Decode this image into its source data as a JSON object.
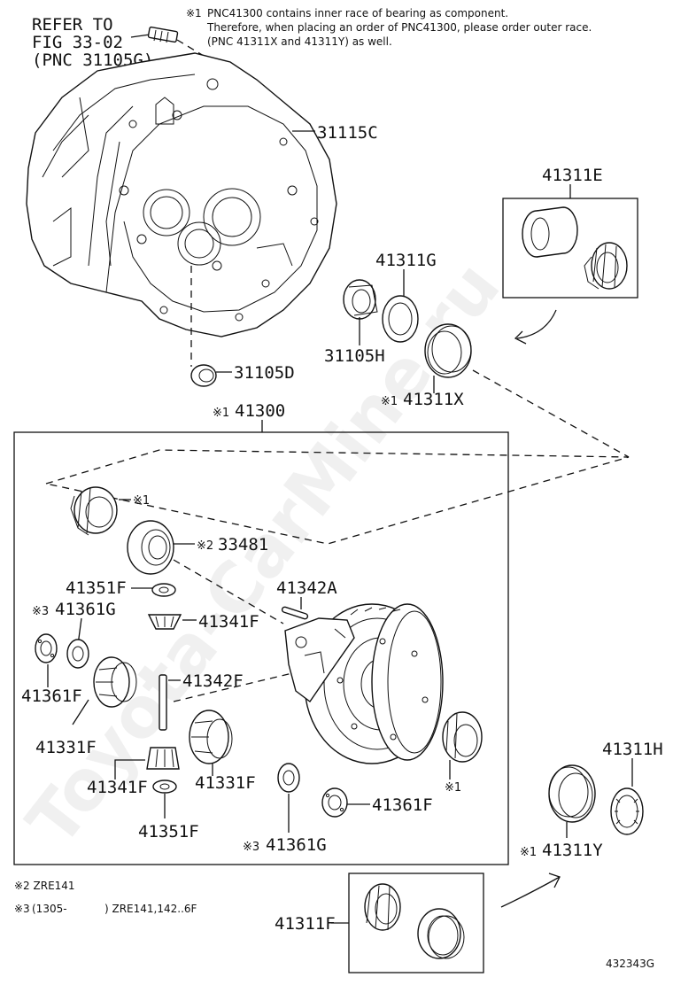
{
  "notes": {
    "note1_mark": "※1",
    "note1_line1": "PNC41300 contains inner race of bearing as component.",
    "note1_line2": "Therefore, when placing an order of PNC41300, please order outer race.",
    "note1_line3": "(PNC 41311X and 41311Y) as well.",
    "note2": "※2  ZRE141",
    "note3_mark": "※3",
    "note3_range": "(1305-",
    "note3_models": ")  ZRE141,142..6F",
    "refer_line1": "REFER TO",
    "refer_line2": "FIG 33-02",
    "refer_line3": "(PNC 31105G)",
    "diagram_id": "432343G",
    "watermark": "Toyota-CarMine.ru"
  },
  "labels": {
    "p31115C": "31115C",
    "p31105D": "31105D",
    "p31105H": "31105H",
    "p41311G": "41311G",
    "p41311E": "41311E",
    "p41311X": "41311X",
    "p41311X_mark": "※1",
    "p41300": "41300",
    "p41300_mark": "※1",
    "p33481": "33481",
    "p33481_mark": "※2",
    "p41351F_top": "41351F",
    "p41361G_top": "41361G",
    "p41361G_top_mark": "※3",
    "p41341F_top": "41341F",
    "p41342A": "41342A",
    "p41342F": "41342F",
    "p41361F_left": "41361F",
    "p41331F_left": "41331F",
    "p41341F_bottom": "41341F",
    "p41331F_bottom": "41331F",
    "p41351F_bottom": "41351F",
    "p41361G_bottom": "41361G",
    "p41361G_bottom_mark": "※3",
    "p41361F_right": "41361F",
    "bearing_right_mark": "※1",
    "bearing_top_mark": "※1",
    "p41311H": "41311H",
    "p41311Y": "41311Y",
    "p41311Y_mark": "※1",
    "p41311F": "41311F"
  }
}
